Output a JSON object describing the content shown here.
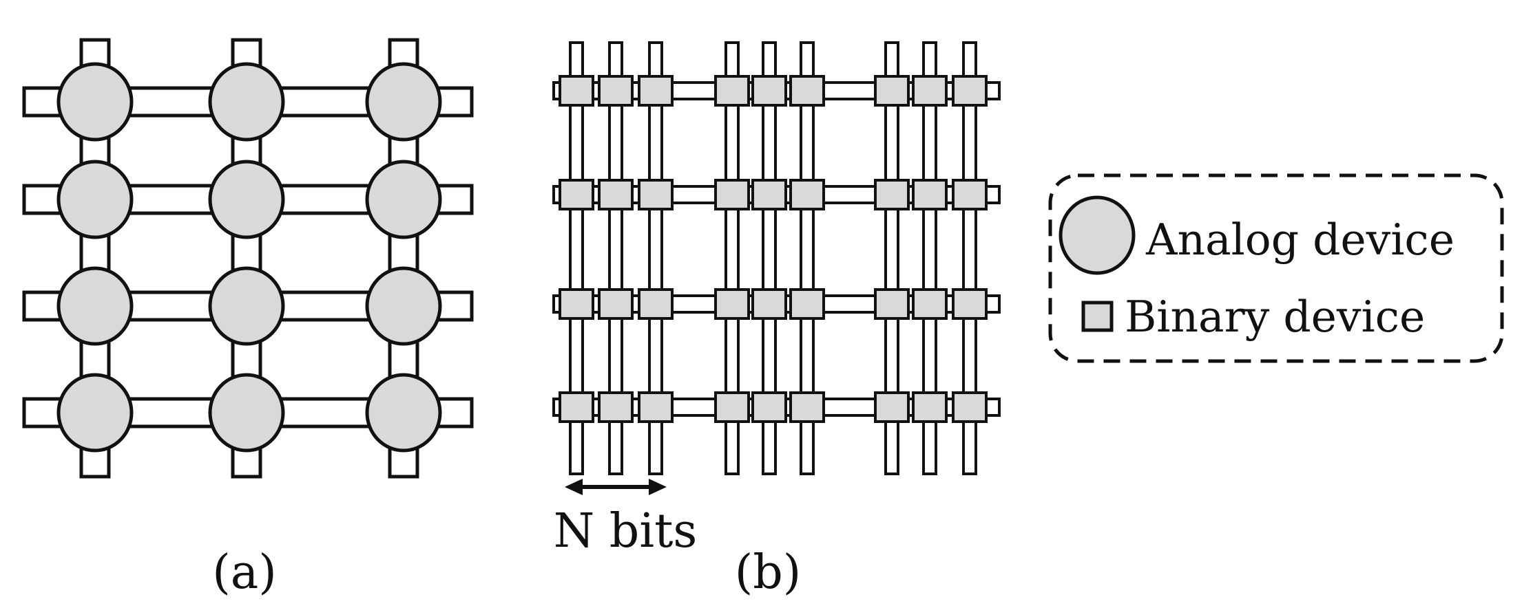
{
  "labels": {
    "panel_a": "(a)",
    "panel_b": "(b)",
    "n_bits": "N bits"
  },
  "legend": {
    "analog": "Analog device",
    "binary": "Binary device"
  },
  "colors": {
    "device_fill": "#d9d9d9",
    "stroke": "#111111",
    "wire_fill": "#ffffff"
  }
}
